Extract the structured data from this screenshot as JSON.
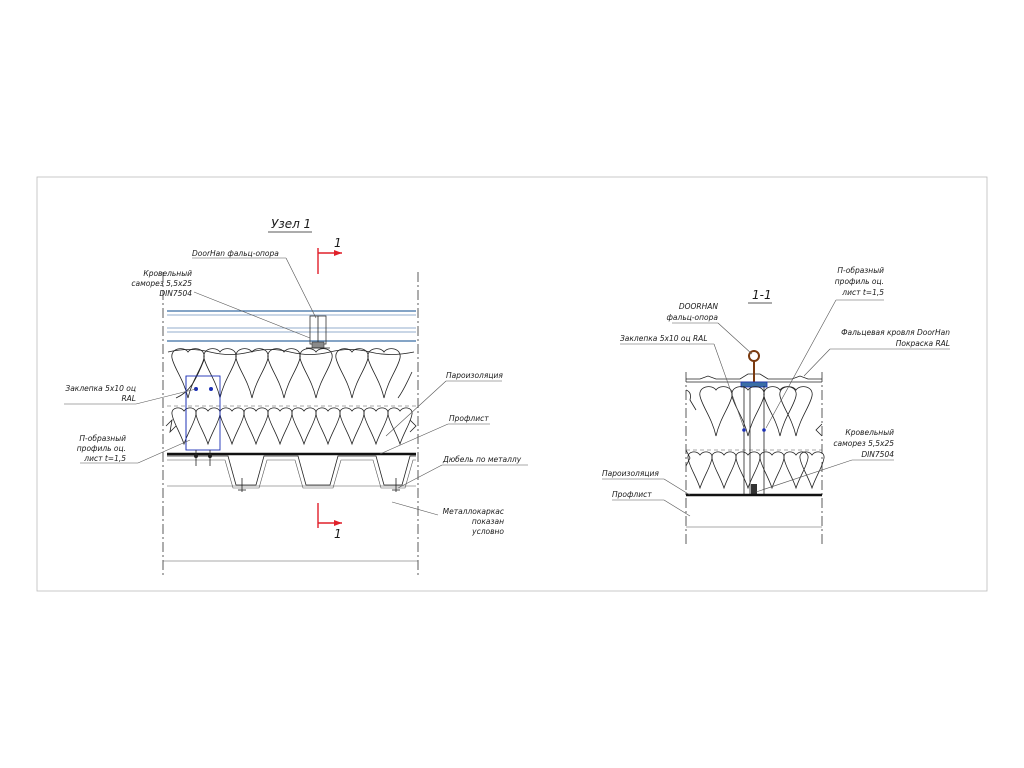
{
  "colors": {
    "line": "#222222",
    "panel": "#3a6ea5",
    "section_mark": "#e0202a",
    "fastener": "#1b2fb5",
    "seam": "#7a3a10"
  },
  "left_detail": {
    "title": "Узел 1",
    "section_top": "1",
    "section_bottom": "1",
    "labels": {
      "doorhan_seam": "DoorHan фальц-опора",
      "screw_1": "Кровельный",
      "screw_2": "саморез 5,5x25",
      "screw_3": "DIN7504",
      "rivet_1": "Заклепка 5x10 оц",
      "rivet_2": "RAL",
      "profile_1": "П-образный",
      "profile_2": "профиль оц.",
      "profile_3": "лист t=1,5",
      "vapor": "Пароизоляция",
      "profdeck": "Профлист",
      "dowel": "Дюбель по металлу",
      "frame_1": "Металлокаркас",
      "frame_2": "показан",
      "frame_3": "условно"
    }
  },
  "right_detail": {
    "title": "1-1",
    "labels": {
      "profile_1": "П-образный",
      "profile_2": "профиль оц.",
      "profile_3": "лист t=1,5",
      "doorhan_1": "DOORHAN",
      "doorhan_2": "фальц-опора",
      "rivet": "Заклепка 5x10 оц RAL",
      "roof_1": "Фальцевая кровля DoorHan",
      "roof_2": "Покраска RAL",
      "screw_1": "Кровельный",
      "screw_2": "саморез 5,5x25",
      "screw_3": "DIN7504",
      "vapor": "Пароизоляция",
      "profdeck": "Профлист"
    }
  }
}
